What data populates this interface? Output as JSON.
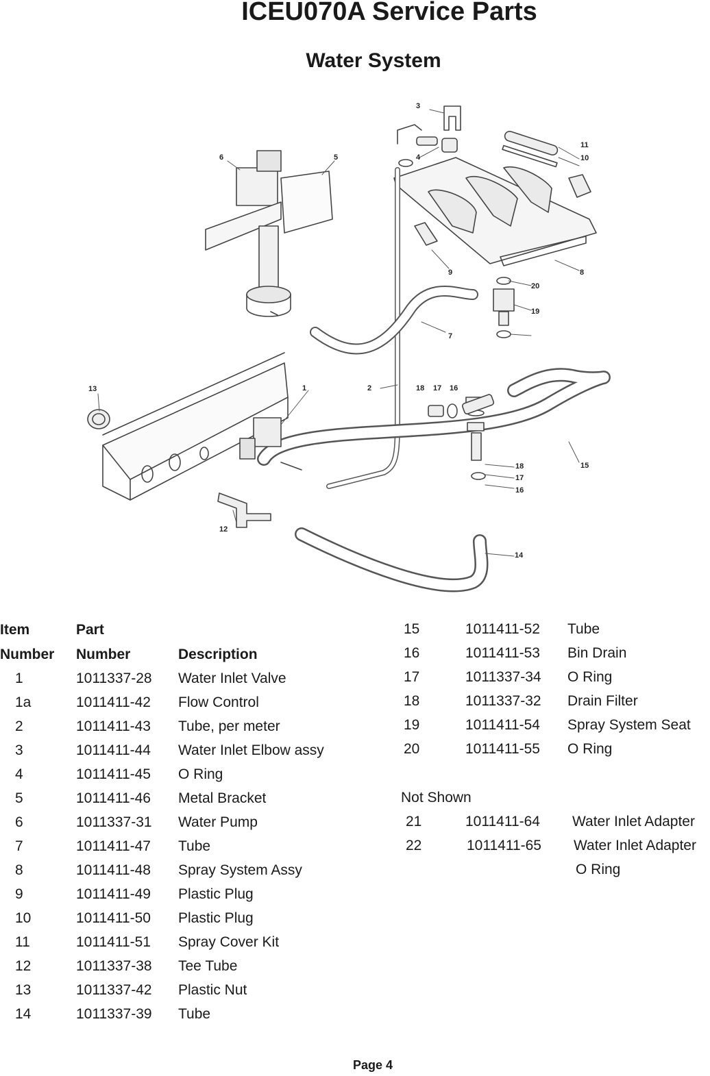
{
  "page_title": "ICEU070A Service Parts",
  "section_title": "Water System",
  "diagram": {
    "callouts": [
      "1",
      "2",
      "3",
      "4",
      "5",
      "6",
      "7",
      "8",
      "9",
      "10",
      "11",
      "12",
      "13",
      "14",
      "15",
      "16",
      "17",
      "18",
      "19",
      "20",
      "16",
      "17",
      "18"
    ]
  },
  "table": {
    "headers": {
      "item_line1": "Item",
      "item_line2": "Number",
      "part_line1": "Part",
      "part_line2": "Number",
      "description": "Description"
    },
    "left_rows": [
      {
        "item": "1",
        "part": "1011337-28",
        "desc": "Water Inlet Valve"
      },
      {
        "item": "1a",
        "part": "1011411-42",
        "desc": "Flow Control"
      },
      {
        "item": "2",
        "part": "1011411-43",
        "desc": "Tube, per meter"
      },
      {
        "item": "3",
        "part": "1011411-44",
        "desc": "Water Inlet Elbow assy"
      },
      {
        "item": "4",
        "part": "1011411-45",
        "desc": "O Ring"
      },
      {
        "item": "5",
        "part": "1011411-46",
        "desc": "Metal Bracket"
      },
      {
        "item": "6",
        "part": "1011337-31",
        "desc": "Water Pump"
      },
      {
        "item": "7",
        "part": "1011411-47",
        "desc": "Tube"
      },
      {
        "item": "8",
        "part": "1011411-48",
        "desc": "Spray System Assy"
      },
      {
        "item": "9",
        "part": "1011411-49",
        "desc": "Plastic Plug"
      },
      {
        "item": "10",
        "part": "1011411-50",
        "desc": "Plastic Plug"
      },
      {
        "item": "11",
        "part": "1011411-51",
        "desc": "Spray Cover Kit"
      },
      {
        "item": "12",
        "part": "1011337-38",
        "desc": "Tee Tube"
      },
      {
        "item": "13",
        "part": "1011337-42",
        "desc": "Plastic Nut"
      },
      {
        "item": "14",
        "part": "1011337-39",
        "desc": "Tube"
      }
    ],
    "right_rows": [
      {
        "item": "15",
        "part": "1011411-52",
        "desc": "Tube"
      },
      {
        "item": "16",
        "part": "1011411-53",
        "desc": "Bin Drain"
      },
      {
        "item": "17",
        "part": "1011337-34",
        "desc": "O Ring"
      },
      {
        "item": "18",
        "part": "1011337-32",
        "desc": "Drain Filter"
      },
      {
        "item": "19",
        "part": "1011411-54",
        "desc": "Spray System Seat"
      },
      {
        "item": "20",
        "part": "1011411-55",
        "desc": "O Ring"
      }
    ],
    "not_shown_label": "Not Shown",
    "not_shown_rows": [
      {
        "item": "21",
        "part": "1011411-64",
        "desc": "Water Inlet Adapter"
      },
      {
        "item": "22",
        "part": "1011411-65",
        "desc": "Water Inlet Adapter",
        "desc_line2": "O Ring"
      }
    ]
  },
  "footer": "Page 4"
}
